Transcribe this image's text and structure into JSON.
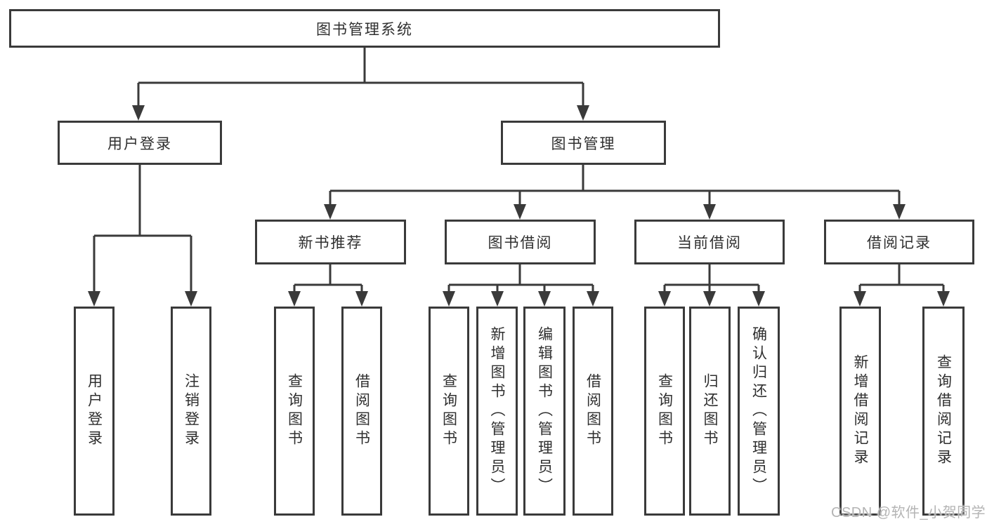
{
  "colors": {
    "line": "#3a3a3a",
    "box_border": "#3a3a3a",
    "box_background": "#ffffff",
    "text": "#2f2f2f",
    "watermark": "#b4b4b4"
  },
  "watermark": {
    "text": "CSDN @软件_小贺同学"
  },
  "tree": {
    "root": {
      "label": "图书管理系统"
    },
    "children": [
      {
        "label": "用户登录",
        "children": [
          {
            "label": "用户登录"
          },
          {
            "label": "注销登录"
          }
        ]
      },
      {
        "label": "图书管理",
        "children": [
          {
            "label": "新书推荐",
            "children": [
              {
                "label": "查询图书"
              },
              {
                "label": "借阅图书"
              }
            ]
          },
          {
            "label": "图书借阅",
            "children": [
              {
                "label": "查询图书"
              },
              {
                "label": "新增图书（管理员）"
              },
              {
                "label": "编辑图书（管理员）"
              },
              {
                "label": "借阅图书"
              }
            ]
          },
          {
            "label": "当前借阅",
            "children": [
              {
                "label": "查询图书"
              },
              {
                "label": "归还图书"
              },
              {
                "label": "确认归还（管理员）"
              }
            ]
          },
          {
            "label": "借阅记录",
            "children": [
              {
                "label": "新增借阅记录"
              },
              {
                "label": "查询借阅记录"
              }
            ]
          }
        ]
      }
    ]
  }
}
